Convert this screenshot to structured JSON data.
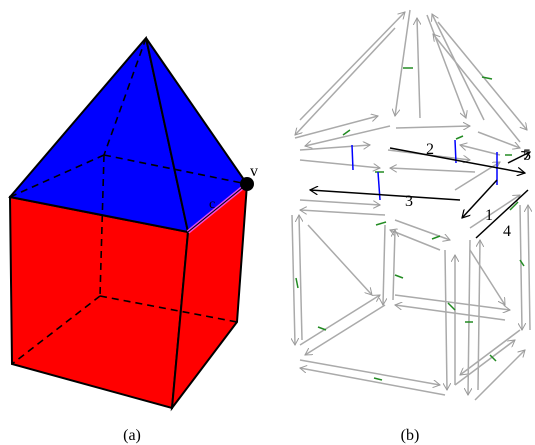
{
  "panel_a": {
    "caption": "(a)",
    "vertex_label": "v",
    "edge_label": "c",
    "colors": {
      "roof": "#0000ff",
      "body": "#ff0000",
      "edge_highlight": "#ff55ff",
      "lines": "#000000"
    }
  },
  "panel_b": {
    "caption": "(b)",
    "edge_labels": [
      "1",
      "2",
      "3",
      "4",
      "5"
    ],
    "colors": {
      "half_edges": "#aaaaaa",
      "labeled_edges": "#000000",
      "twin_links": "#0000ff",
      "next_links": "#228b22"
    }
  }
}
